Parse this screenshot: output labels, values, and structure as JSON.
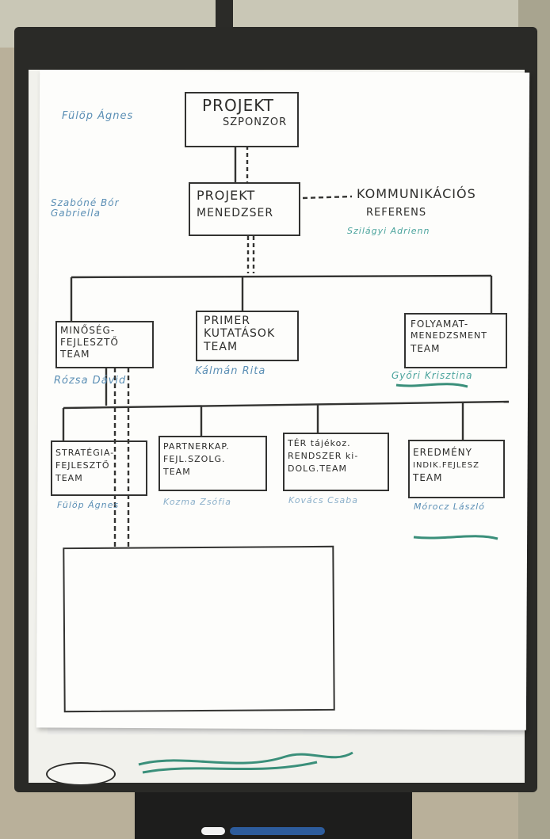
{
  "boxes": {
    "sponsor": {
      "line1": "PROJEKT",
      "line2": "SZPONZOR"
    },
    "manager": {
      "line1": "PROJEKT",
      "line2": "MENEDZSER"
    },
    "quality": {
      "line1": "MINŐSÉG-",
      "line2": "FEJLESZTŐ",
      "line3": "TEAM"
    },
    "research": {
      "line1": "PRIMER",
      "line2": "KUTATÁSOK",
      "line3": "TEAM"
    },
    "process": {
      "line1": "FOLYAMAT-",
      "line2": "MENEDZSMENT",
      "line3": "TEAM"
    },
    "strategy": {
      "line1": "STRATÉGIA-",
      "line2": "FEJLESZTŐ",
      "line3": "TEAM"
    },
    "partner": {
      "line1": "PARTNERKAP.",
      "line2": "FEJL.SZOLG.",
      "line3": "TEAM"
    },
    "tertiary": {
      "line1": "TÉR tájékoz.",
      "line2": "RENDSZER ki-",
      "line3": "DOLG.TEAM"
    },
    "result": {
      "line1": "EREDMÉNY",
      "line2": "INDIK.FEJLESZ",
      "line3": "TEAM"
    }
  },
  "comm": {
    "line1": "KOMMUNIKÁCIÓS",
    "line2": "REFERENS"
  },
  "names": {
    "sponsor_name": "Fülöp Ágnes",
    "manager_name": "Szabóné Bór Gabriella",
    "comm_name": "Szilágyi Adrienn",
    "quality_name": "Rózsa Dávid",
    "research_name": "Kálmán Rita",
    "process_name": "Győri Krisztina",
    "strategy_name": "Fülöp Ágnes",
    "partner_name": "Kozma Zsófia",
    "tertiary_name": "Kovács Csaba",
    "result_name": "Mórocz László"
  }
}
